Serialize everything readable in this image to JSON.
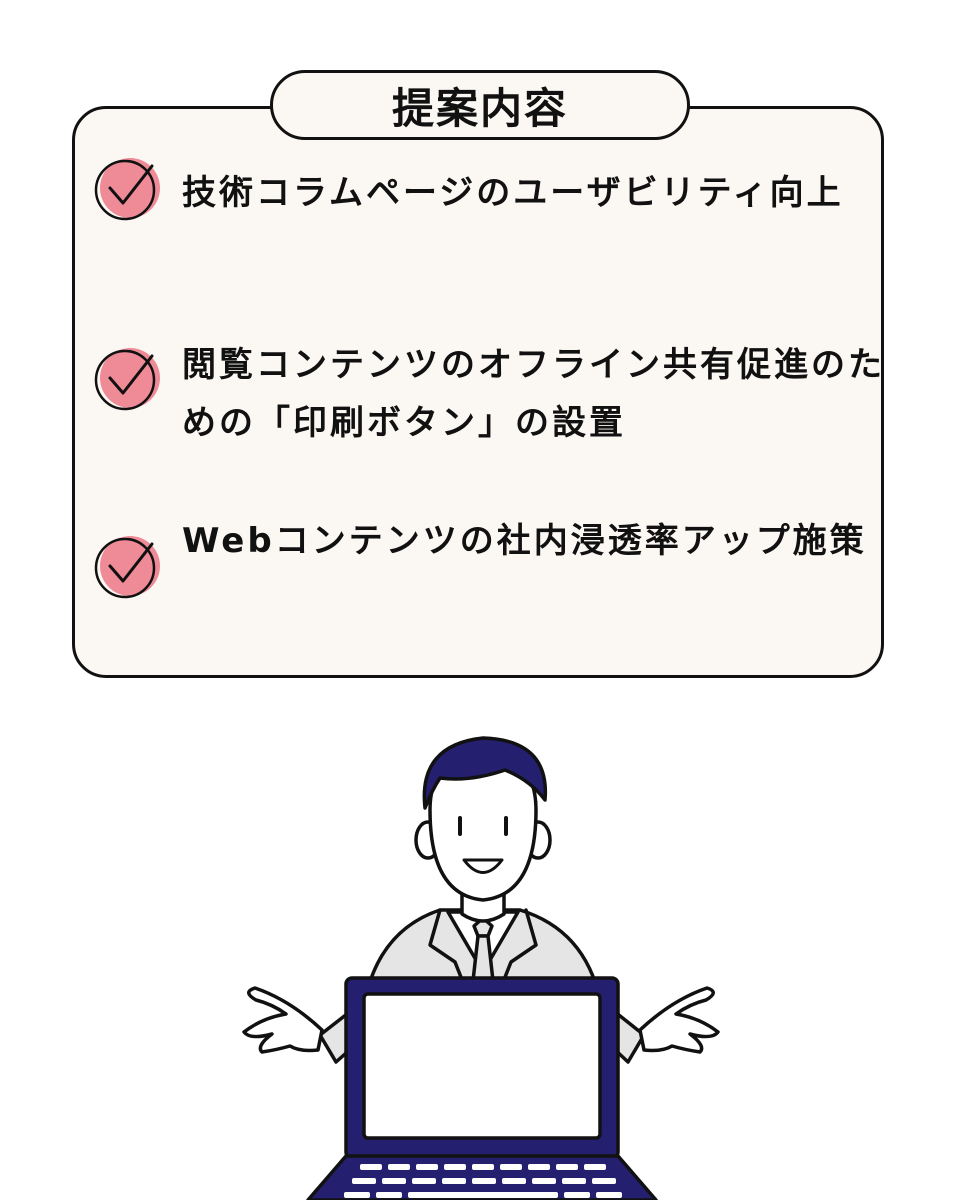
{
  "title": "提案内容",
  "items": [
    {
      "text": "技術コラムページのユーザビリティ向上"
    },
    {
      "text": "閲覧コンテンツのオフライン共有促進のための「印刷ボタン」の設置"
    },
    {
      "text": "Webコンテンツの社内浸透率アップ施策"
    }
  ],
  "colors": {
    "card_bg": "#fbf8f3",
    "check_circle": "#ef8a97",
    "hair": "#241f6e",
    "laptop": "#241f6e",
    "suit": "#e5e5e5",
    "outline": "#111111"
  },
  "icons": {
    "check": "check-circle-icon",
    "illustration": "businessman-with-laptop-illustration"
  }
}
